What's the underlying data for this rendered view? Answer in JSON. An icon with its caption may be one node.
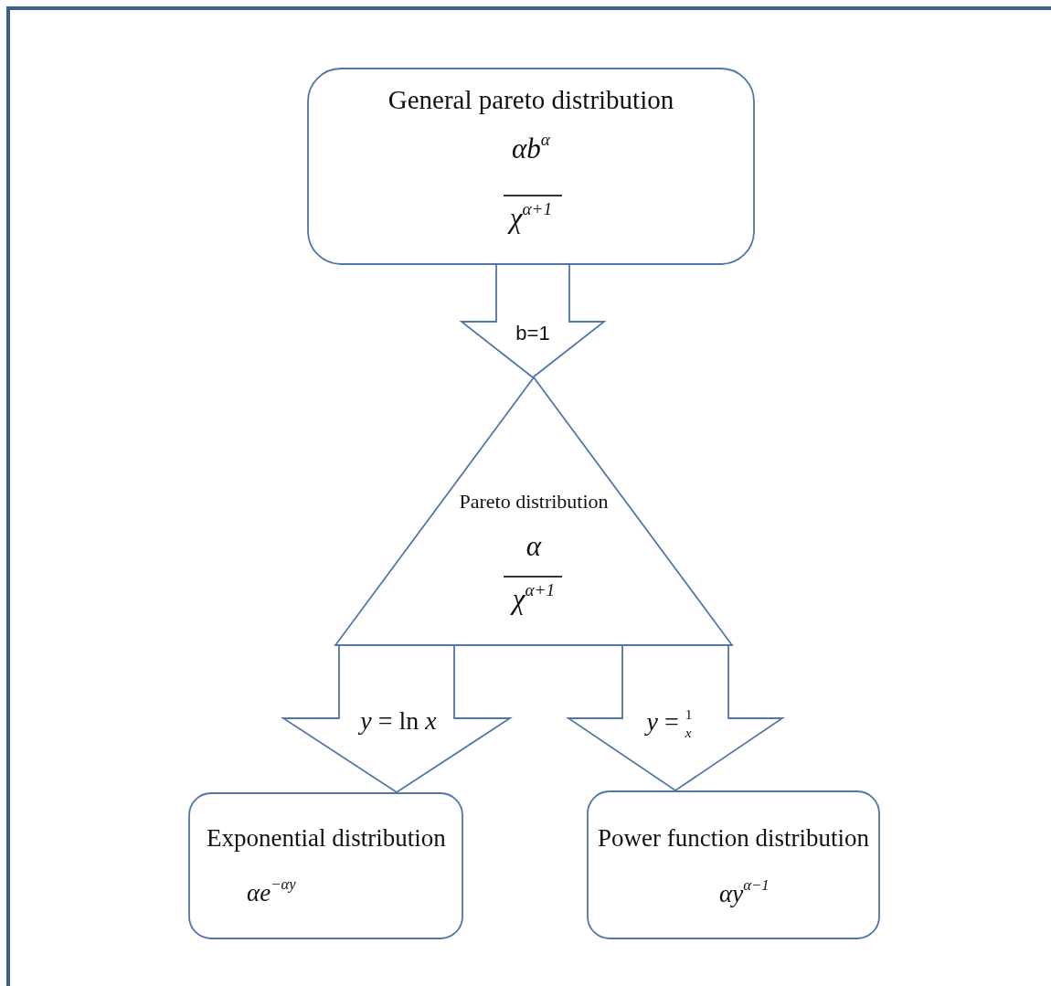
{
  "diagram": {
    "nodes": [
      {
        "text": [
          "General pareto  distribution",
          "αb$^{α}$",
          "χ$^{α+1}$"
        ]
      },
      {
        "text": [
          "Pareto distribution",
          "α",
          "χ$^{α+1}$"
        ]
      },
      {
        "text": [
          "Exponential distribution",
          "αe$^{−αy}$"
        ]
      },
      {
        "text": [
          "Power function distribution",
          "αy$^{α−1}$"
        ]
      }
    ],
    "edges": [
      {
        "from": 0,
        "to": 1,
        "arrow": "to",
        "label": "b=1"
      },
      {
        "from": 1,
        "to": 2,
        "arrow": "to",
        "label": "*y* = ln *x*"
      },
      {
        "from": 1,
        "to": 3,
        "arrow": "to",
        "label": "*y* = $^{1}$$_{x}$"
      }
    ]
  }
}
